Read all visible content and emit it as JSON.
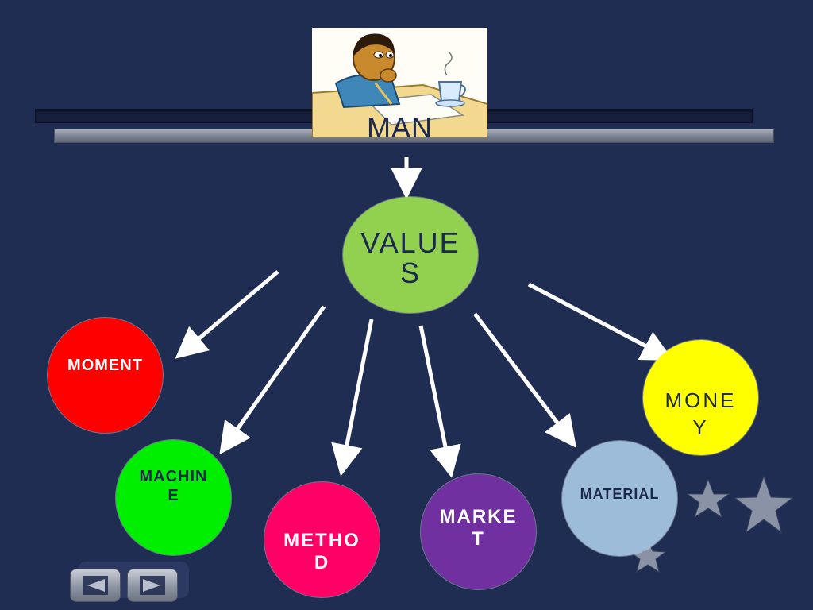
{
  "man": {
    "label": "MAN"
  },
  "center": {
    "label": "VALUES"
  },
  "nodes": {
    "moment": "MOMENT",
    "machine": "MACHINE",
    "method": "METHOD",
    "market": "MARKET",
    "material": "MATERIAL",
    "money": "MONEY"
  },
  "colors": {
    "background": "#1f2d52",
    "values": "#92d050",
    "moment": "#ff0000",
    "machine": "#00ee00",
    "method": "#ff0066",
    "market": "#7030a0",
    "material": "#9dbcd9",
    "money": "#ffff00"
  },
  "navigation": {
    "prev_icon": "previous-slide-icon",
    "next_icon": "next-slide-icon"
  }
}
